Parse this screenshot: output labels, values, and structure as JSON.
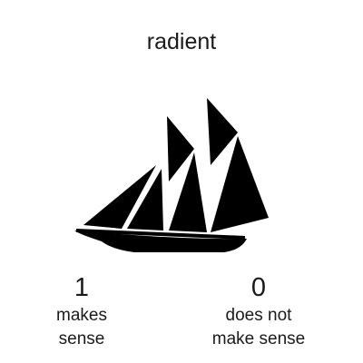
{
  "word": "radient",
  "image": {
    "icon": "sailing-ship-icon",
    "color": "#000000"
  },
  "options": [
    {
      "digit": "1",
      "line1": "makes",
      "line2": "sense"
    },
    {
      "digit": "0",
      "line1": "does not",
      "line2": "make sense"
    }
  ]
}
